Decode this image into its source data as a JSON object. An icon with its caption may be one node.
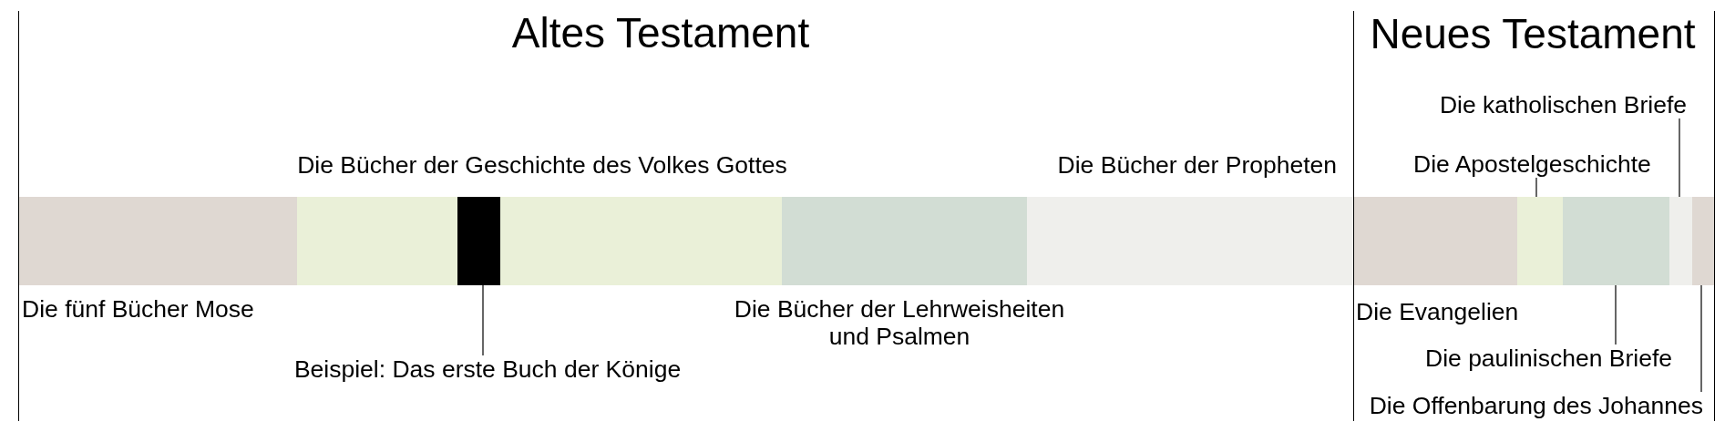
{
  "diagram": {
    "nodes": [
      {
        "text": [
          "Altes Testament"
        ]
      },
      {
        "text": [],
        "shape": "bar",
        "in": 0,
        "beside": [
          "Die fünf Bücher Mose"
        ]
      },
      {
        "text": [],
        "shape": "bar",
        "in": 0,
        "beside": [
          "Die Bücher der Geschichte des Volkes Gottes"
        ]
      },
      {
        "text": [],
        "shape": "bar",
        "in": 2
      },
      {
        "text": [
          "Beispiel: Das erste Buch der Könige"
        ],
        "in": 0
      },
      {
        "text": [],
        "shape": "bar",
        "in": 0,
        "beside": [
          "Die Bücher der Lehrweisheiten und Psalmen"
        ]
      },
      {
        "text": [],
        "shape": "bar",
        "in": 0,
        "beside": [
          "Die Bücher der Propheten"
        ]
      },
      {
        "text": [
          "Neues Testament"
        ]
      },
      {
        "text": [],
        "shape": "bar",
        "in": 7,
        "beside": [
          "Die Evangelien"
        ]
      },
      {
        "text": [],
        "shape": "bar",
        "in": 7
      },
      {
        "text": [
          "Die Apostelgeschichte"
        ],
        "in": 7
      },
      {
        "text": [],
        "shape": "bar",
        "in": 7
      },
      {
        "text": [
          "Die paulinischen Briefe"
        ],
        "in": 7
      },
      {
        "text": [],
        "shape": "bar",
        "in": 7
      },
      {
        "text": [
          "Die katholischen Briefe"
        ],
        "in": 7
      },
      {
        "text": [],
        "shape": "bar",
        "in": 7
      },
      {
        "text": [
          "Die Offenbarung des Johannes"
        ],
        "in": 7
      }
    ],
    "edges": [
      {
        "from": 4,
        "to": 3,
        "arrow": "none"
      },
      {
        "from": 10,
        "to": 9,
        "arrow": "none"
      },
      {
        "from": 12,
        "to": 11,
        "arrow": "none"
      },
      {
        "from": 14,
        "to": 13,
        "arrow": "none"
      },
      {
        "from": 16,
        "to": 15,
        "arrow": "none"
      }
    ]
  }
}
